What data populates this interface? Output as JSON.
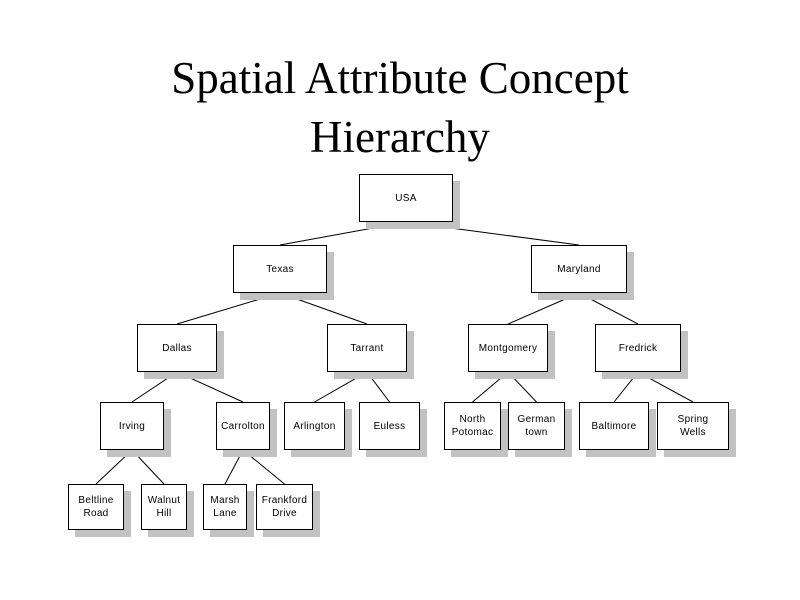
{
  "title": {
    "line1": "Spatial Attribute Concept",
    "line2": "Hierarchy"
  },
  "colors": {
    "box_border": "#000000",
    "box_fill": "#ffffff",
    "shadow": "#c2c2c2",
    "edge": "#000000"
  },
  "nodes": {
    "usa": "USA",
    "texas": "Texas",
    "maryland": "Maryland",
    "dallas": "Dallas",
    "tarrant": "Tarrant",
    "montgomery": "Montgomery",
    "fredrick": "Fredrick",
    "irving": "Irving",
    "carrolton": "Carrolton",
    "arlington": "Arlington",
    "euless": "Euless",
    "north_potomac": "North\nPotomac",
    "germantown": "German\ntown",
    "baltimore": "Baltimore",
    "spring_wells": "Spring\nWells",
    "beltline_road": "Beltline\nRoad",
    "walnut_hill": "Walnut\nHill",
    "marsh_lane": "Marsh\nLane",
    "frankford_drive": "Frankford\nDrive"
  },
  "edges": [
    [
      "usa",
      "texas"
    ],
    [
      "usa",
      "maryland"
    ],
    [
      "texas",
      "dallas"
    ],
    [
      "texas",
      "tarrant"
    ],
    [
      "maryland",
      "montgomery"
    ],
    [
      "maryland",
      "fredrick"
    ],
    [
      "dallas",
      "irving"
    ],
    [
      "dallas",
      "carrolton"
    ],
    [
      "tarrant",
      "arlington"
    ],
    [
      "tarrant",
      "euless"
    ],
    [
      "montgomery",
      "north_potomac"
    ],
    [
      "montgomery",
      "germantown"
    ],
    [
      "fredrick",
      "baltimore"
    ],
    [
      "fredrick",
      "spring_wells"
    ],
    [
      "irving",
      "beltline_road"
    ],
    [
      "irving",
      "walnut_hill"
    ],
    [
      "carrolton",
      "marsh_lane"
    ],
    [
      "carrolton",
      "frankford_drive"
    ]
  ]
}
